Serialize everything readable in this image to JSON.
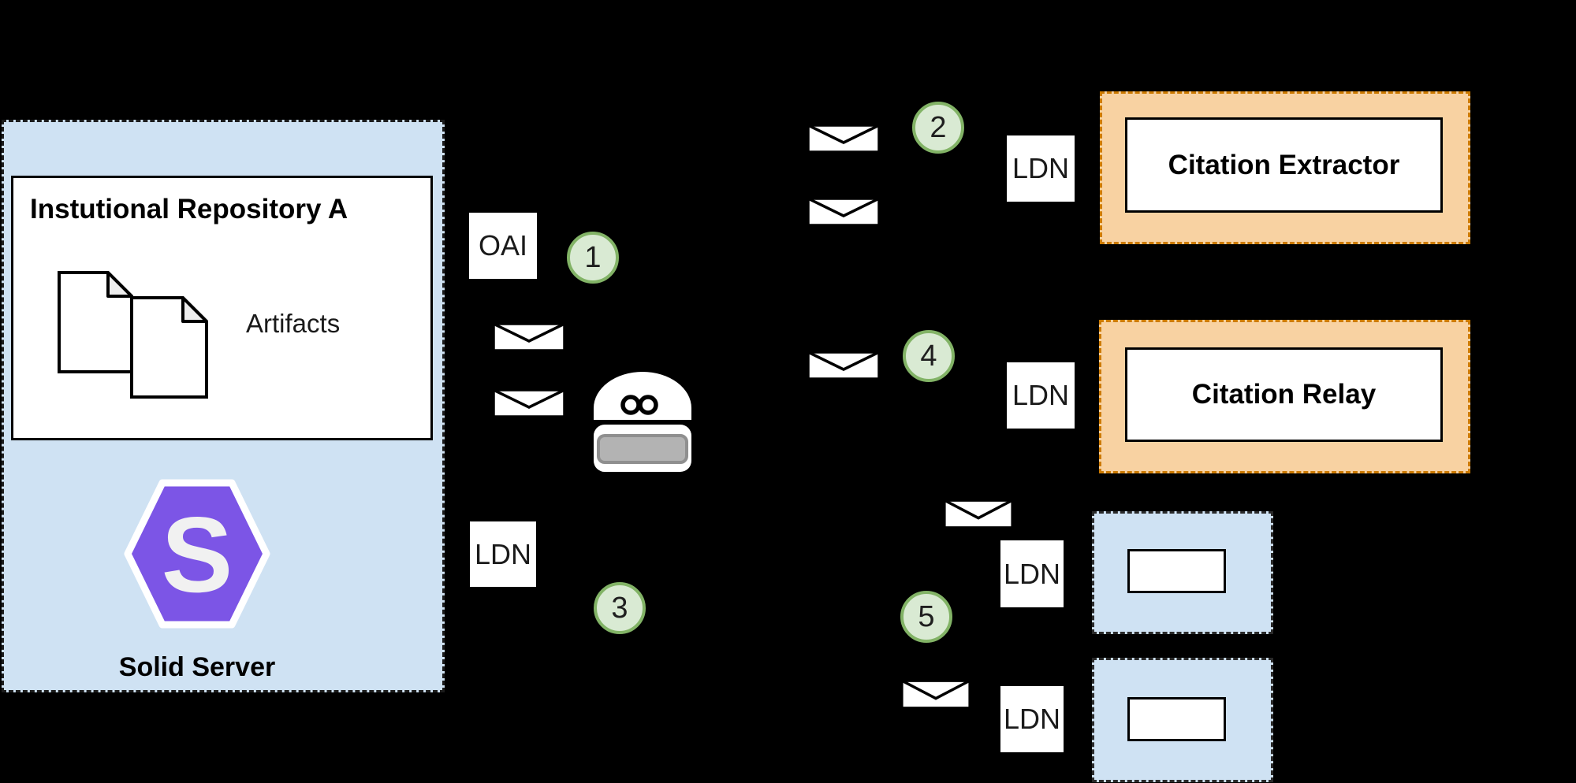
{
  "diagram": {
    "repository": {
      "title": "Instutional Repository A",
      "artifacts": "Artifacts",
      "server": "Solid Server"
    },
    "protocols": {
      "oai": "OAI",
      "ldn": "LDN"
    },
    "services": {
      "extractor": "Citation Extractor",
      "relay": "Citation Relay"
    },
    "steps": [
      "1",
      "2",
      "3",
      "4",
      "5"
    ],
    "colors": {
      "background": "#000000",
      "container_blue": "#cfe2f3",
      "service_orange_fill": "#f8d2a2",
      "service_orange_border": "#cc7a00",
      "step_green_fill": "#d9ead3",
      "step_green_border": "#82b366",
      "solid_purple": "#7c55e6",
      "logo_s_white": "#f1f1f1",
      "robot_screen_gray": "#b3b3b3",
      "page_fold_gray": "#eeeeee"
    }
  }
}
